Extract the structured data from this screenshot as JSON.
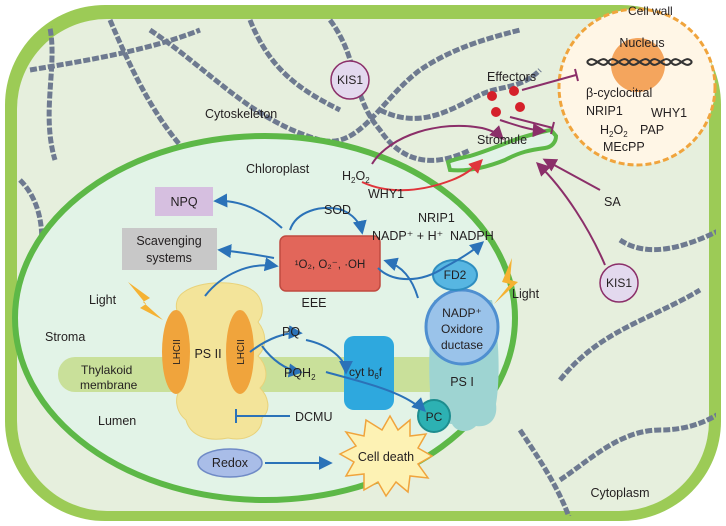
{
  "labels": {
    "cell_wall": "Cell wall",
    "cytoskeleton": "Cytoskeleton",
    "kis1_top": "KIS1",
    "kis1_right": "KIS1",
    "nucleus": "Nucleus",
    "beta_cyclocitral": "β-cyclocitral",
    "nrip1_nucleus": "NRIP1",
    "why1_nucleus": "WHY1",
    "h2o2_nucleus_base": "H",
    "h2o2_nucleus_sub1": "2",
    "h2o2_nucleus_mid": "O",
    "h2o2_nucleus_sub2": "2",
    "pap": "PAP",
    "mecpp": "MEcPP",
    "effectors": "Effectors",
    "stromule": "Stromule",
    "sa": "SA",
    "chloroplast": "Chloroplast",
    "h2o2_base": "H",
    "h2o2_sub1": "2",
    "h2o2_mid": "O",
    "h2o2_sub2": "2",
    "why1": "WHY1",
    "sod": "SOD",
    "npq": "NPQ",
    "nrip1": "NRIP1",
    "nadp_reaction": "NADP⁺ + H⁺",
    "nadph": "NADPH",
    "scavenging_line1": "Scavenging",
    "scavenging_line2": "systems",
    "ros": "¹O₂, O₂⁻, ·OH",
    "fd2": "FD2",
    "light_left": "Light",
    "light_right": "Light",
    "eee": "EEE",
    "stroma": "Stroma",
    "nadp_oxidoreductase_line1": "NADP⁺",
    "nadp_oxidoreductase_line2": "Oxidore",
    "nadp_oxidoreductase_line3": "ductase",
    "pq": "PQ",
    "lhcii_left": "LHCII",
    "lhcii_right": "LHCII",
    "ps2": "PS II",
    "pqh2_base": "PQH",
    "pqh2_sub": "2",
    "cytb6f_base": "cyt b",
    "cytb6f_sub": "6",
    "cytb6f_end": "f",
    "ps1": "PS I",
    "thylakoid_line1": "Thylakoid",
    "thylakoid_line2": "membrane",
    "pc": "PC",
    "lumen": "Lumen",
    "dcmu": "DCMU",
    "redox": "Redox",
    "cell_death": "Cell death",
    "cytoplasm": "Cytoplasm"
  },
  "colors": {
    "cell_wall": "#9ccb56",
    "cytoplasm_fill": "#e6efdd",
    "chloroplast_border": "#5db847",
    "chloroplast_fill": "#e2f3e7",
    "cytoskeleton": "#6e7a90",
    "thylakoid": "#c9e09a",
    "ps2": "#f3e49a",
    "lhcii": "#f0a43c",
    "ros_box": "#e2665a",
    "npq_box": "#d6bfe0",
    "scavenging_box": "#c8c8c8",
    "ps1": "#9ed4d2",
    "fd2": "#57b6e2",
    "nadp_oxidoreductase": "#9ac3ea",
    "cytb6f": "#2ea8de",
    "pc": "#2db1b3",
    "redox": "#a9bde8",
    "cell_death": "#fdf2b4",
    "kis1": "#e3d9ee",
    "nucleus_bg": "#fff6e6",
    "nucleus_core": "#f4a55d",
    "effector_dots": "#d5202a",
    "blue_arrow": "#2b72b8",
    "purple_arrow": "#8b2f69",
    "red_arrow": "#e0343b",
    "inhibition": "#2b72b8"
  },
  "icons": [
    "lightning-icon",
    "dna-helix-icon"
  ]
}
